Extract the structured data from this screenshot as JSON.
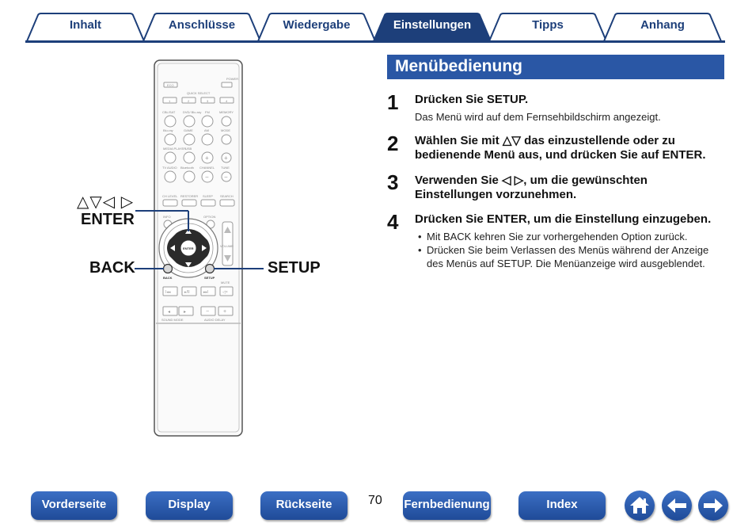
{
  "tabs": [
    {
      "label": "Inhalt"
    },
    {
      "label": "Anschlüsse"
    },
    {
      "label": "Wiedergabe"
    },
    {
      "label": "Einstellungen",
      "active": true
    },
    {
      "label": "Tipps"
    },
    {
      "label": "Anhang"
    }
  ],
  "section_title": "Menübedienung",
  "steps": [
    {
      "number": "1",
      "title": "Drücken Sie SETUP.",
      "desc": "Das Menü wird auf dem Fernsehbildschirm angezeigt."
    },
    {
      "number": "2",
      "title_line1": "Wählen Sie mit △▽ das einzustellende oder zu",
      "title_line2": "bedienende Menü aus, und drücken Sie auf ENTER."
    },
    {
      "number": "3",
      "title_line1": "Verwenden Sie ◁ ▷, um die gewünschten",
      "title_line2": "Einstellungen vorzunehmen."
    },
    {
      "number": "4",
      "title": "Drücken Sie ENTER, um die Einstellung einzugeben.",
      "bullets": [
        "Mit BACK kehren Sie zur vorhergehenden Option zurück.",
        "Drücken Sie beim Verlassen des Menüs während der Anzeige des Menüs auf SETUP. Die Menüanzeige wird ausgeblendet."
      ]
    }
  ],
  "remote": {
    "label_arrows": "△▽◁ ▷",
    "label_enter": "ENTER",
    "label_back": "BACK",
    "label_setup": "SETUP",
    "buttons": {
      "power": "POWER",
      "eco": "ECO",
      "quick_select": "QUICK SELECT",
      "qs": [
        "1",
        "2",
        "3",
        "4"
      ],
      "row1": [
        "CBL/SAT",
        "DVD/ Blu-ray",
        "FM",
        "MEMORY"
      ],
      "row2": [
        "Blu-ray",
        "GAME",
        "AM",
        "MODE"
      ],
      "row3": [
        "MEDIA PLAYER",
        "USB"
      ],
      "row4": [
        "TV AUDIO",
        "Bluetooth",
        "CHANNEL",
        "TUNE"
      ],
      "row5": [
        "CH LEVEL",
        "RESTORER",
        "SLEEP",
        "SEARCH"
      ],
      "info": "INFO",
      "option": "OPTION",
      "volume": "VOLUME",
      "enter": "ENTER",
      "back": "BACK",
      "setup": "SETUP",
      "mute": "MUTE",
      "sound_mode": "SOUND MODE",
      "audio_delay": "AUDIO DELAY"
    }
  },
  "nav": {
    "front_page": "Vorderseite",
    "display": "Display",
    "rear_panel": "Rückseite",
    "page_number": "70",
    "remote_control": "Fernbedienung",
    "index": "Index"
  },
  "colors": {
    "brand_blue": "#1d3f7a",
    "header_blue": "#2a57a5"
  },
  "icons": [
    "home-icon",
    "arrow-left-icon",
    "arrow-right-icon"
  ]
}
